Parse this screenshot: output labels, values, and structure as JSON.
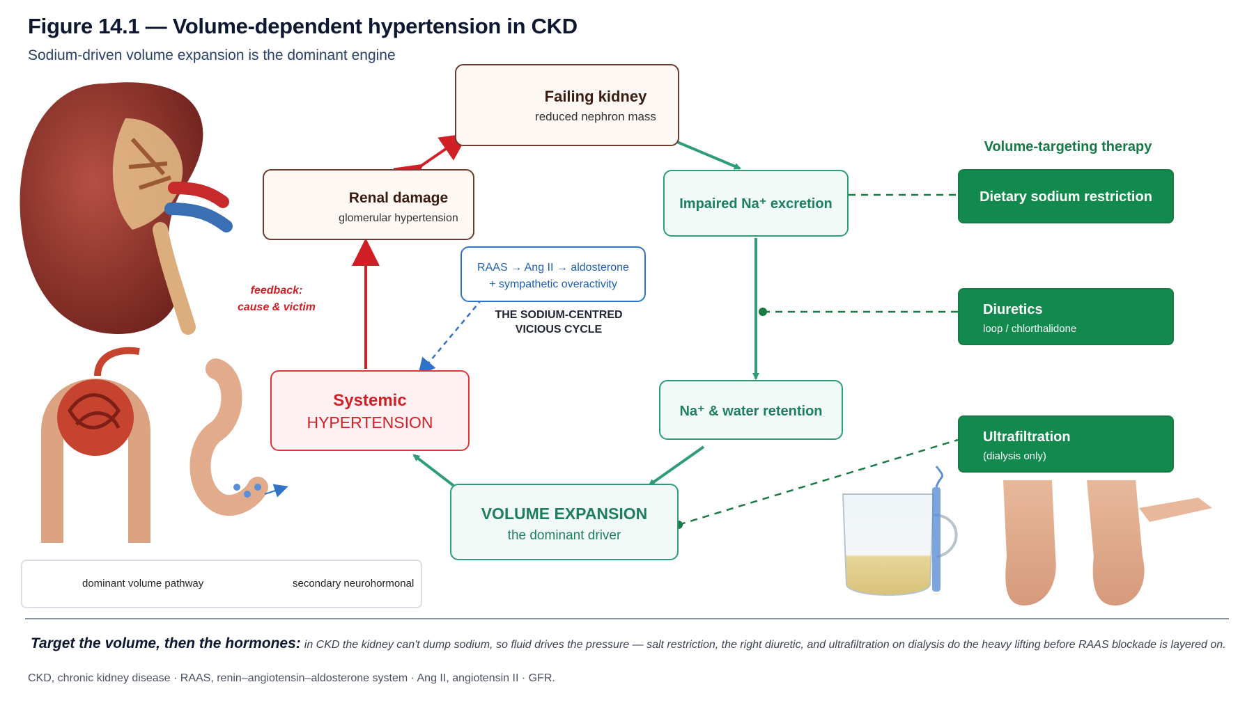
{
  "title": "Figure 14.1 — Volume-dependent hypertension in CKD",
  "subtitle": "Sodium-driven volume expansion is the dominant engine",
  "nodes": {
    "failing_kidney": {
      "title": "Failing kidney",
      "sub": "reduced nephron mass"
    },
    "renal_damage": {
      "title": "Renal damage",
      "sub": "glomerular hypertension"
    },
    "impaired_na": {
      "title": "Impaired Na⁺ excretion"
    },
    "retention": {
      "title": "Na⁺ & water retention"
    },
    "volume": {
      "title": "VOLUME EXPANSION",
      "sub": "the dominant driver"
    },
    "hypertension": {
      "title": "Systemic",
      "sub": "HYPERTENSION"
    },
    "raas": {
      "line1": "RAAS → Ang II → aldosterone",
      "line2": "+ sympathetic overactivity"
    }
  },
  "cycle_label": {
    "line1": "THE SODIUM-CENTRED",
    "line2": "VICIOUS CYCLE"
  },
  "feedback": {
    "line1": "feedback:",
    "line2": "cause & victim"
  },
  "therapy": {
    "heading": "Volume-targeting therapy",
    "items": [
      {
        "title": "Dietary sodium restriction",
        "sub": ""
      },
      {
        "title": "Diuretics",
        "sub": "loop / chlorthalidone"
      },
      {
        "title": "Ultrafiltration",
        "sub": "(dialysis only)"
      }
    ]
  },
  "legend": {
    "solid": "dominant volume pathway",
    "dashed": "secondary neurohormonal"
  },
  "bottom": {
    "lead": "Target the volume, then the hormones:",
    "text": "in CKD the kidney can't dump sodium, so fluid drives the pressure — salt restriction, the right diuretic, and ultrafiltration on dialysis do the heavy lifting before RAAS blockade is layered on."
  },
  "abbreviations": "CKD, chronic kidney disease · RAAS, renin–angiotensin–aldosterone system · Ang II, angiotensin II · GFR.",
  "colors": {
    "green": "#2e9c77",
    "therapy_green": "#138a4d",
    "red": "#d11f26",
    "blue": "#2f73c9",
    "brown": "#6b3b2e"
  },
  "illustrations": [
    "kidney-illustration",
    "nephron-illustration",
    "dialysis-bag-illustration",
    "edema-feet-illustration"
  ]
}
